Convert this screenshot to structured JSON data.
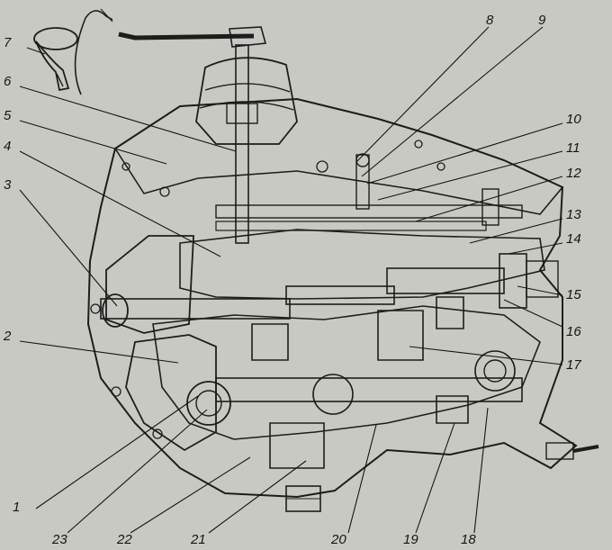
{
  "diagram": {
    "callouts": [
      {
        "id": "1",
        "label": "1"
      },
      {
        "id": "2",
        "label": "2"
      },
      {
        "id": "3",
        "label": "3"
      },
      {
        "id": "4",
        "label": "4"
      },
      {
        "id": "5",
        "label": "5"
      },
      {
        "id": "6",
        "label": "6"
      },
      {
        "id": "7",
        "label": "7"
      },
      {
        "id": "8",
        "label": "8"
      },
      {
        "id": "9",
        "label": "9"
      },
      {
        "id": "10",
        "label": "10"
      },
      {
        "id": "11",
        "label": "11"
      },
      {
        "id": "12",
        "label": "12"
      },
      {
        "id": "13",
        "label": "13"
      },
      {
        "id": "14",
        "label": "14"
      },
      {
        "id": "15",
        "label": "15"
      },
      {
        "id": "16",
        "label": "16"
      },
      {
        "id": "17",
        "label": "17"
      },
      {
        "id": "18",
        "label": "18"
      },
      {
        "id": "19",
        "label": "19"
      },
      {
        "id": "20",
        "label": "20"
      },
      {
        "id": "21",
        "label": "21"
      },
      {
        "id": "22",
        "label": "22"
      },
      {
        "id": "23",
        "label": "23"
      }
    ],
    "colors": {
      "paper": "#c9c9c3",
      "housing": "#a9a9a2",
      "section": "#8f8f88",
      "ink": "#1d1d1d"
    }
  }
}
